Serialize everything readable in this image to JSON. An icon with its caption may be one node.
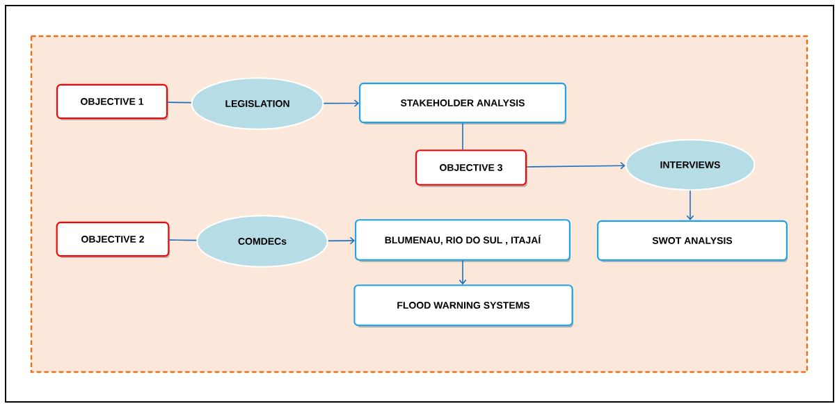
{
  "diagram": {
    "nodes": [
      {
        "text": [
          "OBJECTIVE 1"
        ]
      },
      {
        "text": [
          "LEGISLATION"
        ]
      },
      {
        "text": [
          "STAKEHOLDER ANALYSIS"
        ]
      },
      {
        "text": [
          "OBJECTIVE 3"
        ]
      },
      {
        "text": [
          "INTERVIEWS"
        ]
      },
      {
        "text": [
          "OBJECTIVE 2"
        ]
      },
      {
        "text": [
          "COMDECs"
        ]
      },
      {
        "text": [
          "BLUMENAU, RIO DO SUL , ITAJAÍ"
        ]
      },
      {
        "text": [
          "SWOT ANALYSIS"
        ]
      },
      {
        "text": [
          "FLOOD WARNING SYSTEMS"
        ]
      }
    ],
    "edges": [
      {
        "from": 0,
        "to": 1,
        "arrow": "none"
      },
      {
        "from": 1,
        "to": 2,
        "arrow": "to"
      },
      {
        "from": 2,
        "to": 3,
        "arrow": "none"
      },
      {
        "from": 3,
        "to": 4,
        "arrow": "to"
      },
      {
        "from": 4,
        "to": 8,
        "arrow": "to"
      },
      {
        "from": 5,
        "to": 6,
        "arrow": "none"
      },
      {
        "from": 6,
        "to": 7,
        "arrow": "to"
      },
      {
        "from": 7,
        "to": 9,
        "arrow": "to"
      }
    ]
  }
}
